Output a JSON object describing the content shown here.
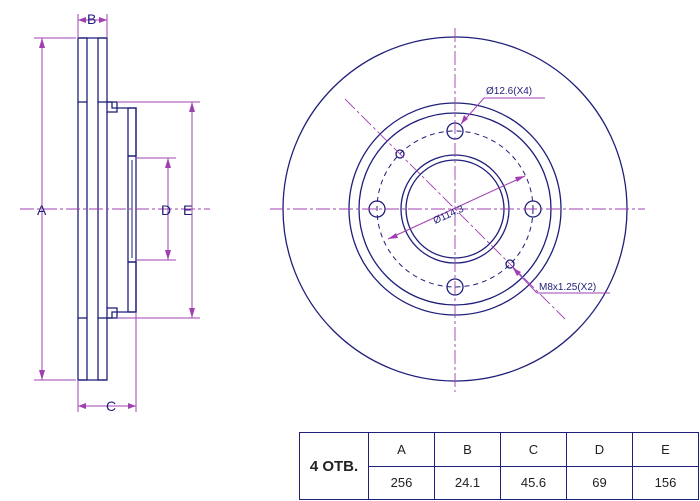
{
  "labels": {
    "A": "A",
    "B": "B",
    "C": "C",
    "D": "D",
    "E": "E"
  },
  "notes": {
    "hole_dia": "Ø12.6(X4)",
    "pcd": "Ø114.3",
    "thread": "M8x1.25(X2)"
  },
  "table": {
    "holes_label": "4 ОТВ.",
    "headers": [
      "A",
      "B",
      "C",
      "D",
      "E"
    ],
    "values": [
      "256",
      "24.1",
      "45.6",
      "69",
      "156"
    ]
  },
  "colors": {
    "outline": "#1f1f7a",
    "dimension": "#a040b0"
  }
}
